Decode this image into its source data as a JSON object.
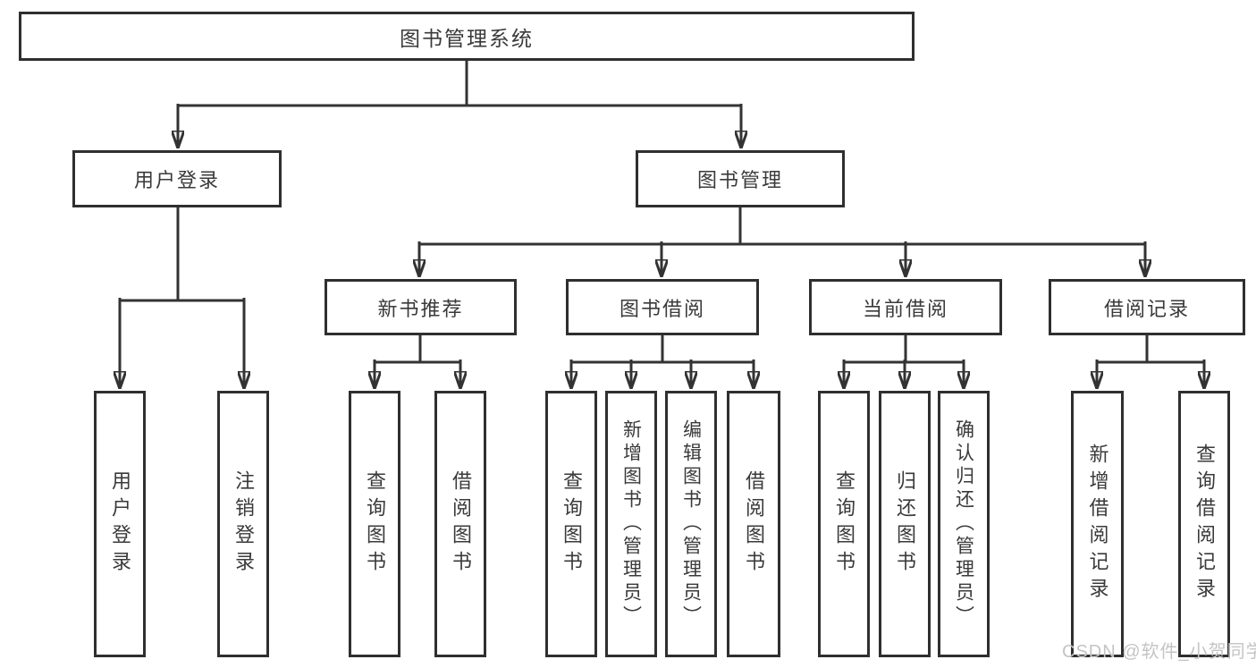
{
  "colors": {
    "line": "#333333",
    "box_border": "#2f2f2f",
    "text": "#3a3a3a",
    "watermark": "#c4c4c4",
    "background": "#ffffff"
  },
  "watermark": {
    "text": "CSDN @软件_小贺同学"
  },
  "nodes": {
    "root": {
      "label": "图书管理系统"
    },
    "user_login": {
      "label": "用户登录"
    },
    "book_management": {
      "label": "图书管理"
    },
    "new_book_rec": {
      "label": "新书推荐"
    },
    "book_borrow": {
      "label": "图书借阅"
    },
    "current_borrow": {
      "label": "当前借阅"
    },
    "borrow_records": {
      "label": "借阅记录"
    },
    "ul_user_login": {
      "label": "用户登录"
    },
    "ul_logout": {
      "label": "注销登录"
    },
    "nbr_query_book": {
      "label": "查询图书"
    },
    "nbr_borrow_book": {
      "label": "借阅图书"
    },
    "bb_query_book": {
      "label": "查询图书"
    },
    "bb_add_book": {
      "label": "新增图书（管理员）"
    },
    "bb_edit_book": {
      "label": "编辑图书（管理员）"
    },
    "bb_borrow_book": {
      "label": "借阅图书"
    },
    "cb_query_book": {
      "label": "查询图书"
    },
    "cb_return_book": {
      "label": "归还图书"
    },
    "cb_confirm_return": {
      "label": "确认归还（管理员）"
    },
    "br_add_record": {
      "label": "新增借阅记录"
    },
    "br_query_record": {
      "label": "查询借阅记录"
    }
  },
  "hierarchy": {
    "图书管理系统": {
      "用户登录": [
        "用户登录",
        "注销登录"
      ],
      "图书管理": {
        "新书推荐": [
          "查询图书",
          "借阅图书"
        ],
        "图书借阅": [
          "查询图书",
          "新增图书（管理员）",
          "编辑图书（管理员）",
          "借阅图书"
        ],
        "当前借阅": [
          "查询图书",
          "归还图书",
          "确认归还（管理员）"
        ],
        "借阅记录": [
          "新增借阅记录",
          "查询借阅记录"
        ]
      }
    }
  }
}
